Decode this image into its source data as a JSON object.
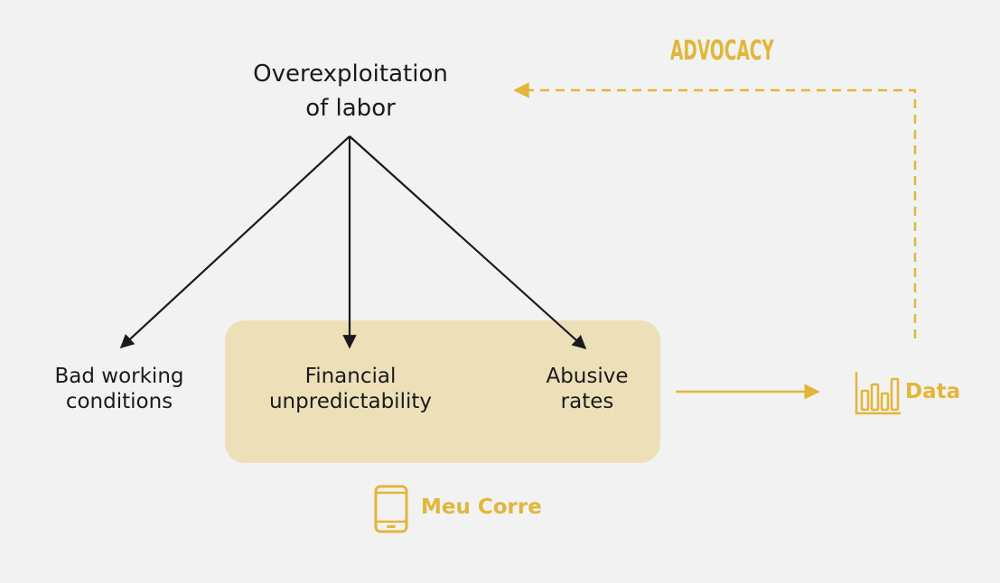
{
  "diagram": {
    "root": {
      "line1": "Overexploitation",
      "line2": "of labor"
    },
    "children": [
      {
        "id": "bad",
        "line1": "Bad working",
        "line2": "conditions"
      },
      {
        "id": "financial",
        "line1": "Financial",
        "line2": "unpredictability"
      },
      {
        "id": "abusive",
        "line1": "Abusive",
        "line2": "rates"
      }
    ],
    "output_label": "Data",
    "app_label": "Meu Corre",
    "feedback_label": "ADVOCACY"
  },
  "icons": {
    "output": "bar-chart-icon",
    "app": "smartphone-icon"
  },
  "colors": {
    "background": "#f2f2f2",
    "accent": "#e2b63a",
    "highlight": "#ede0b9",
    "ink": "#1a1a1a"
  }
}
